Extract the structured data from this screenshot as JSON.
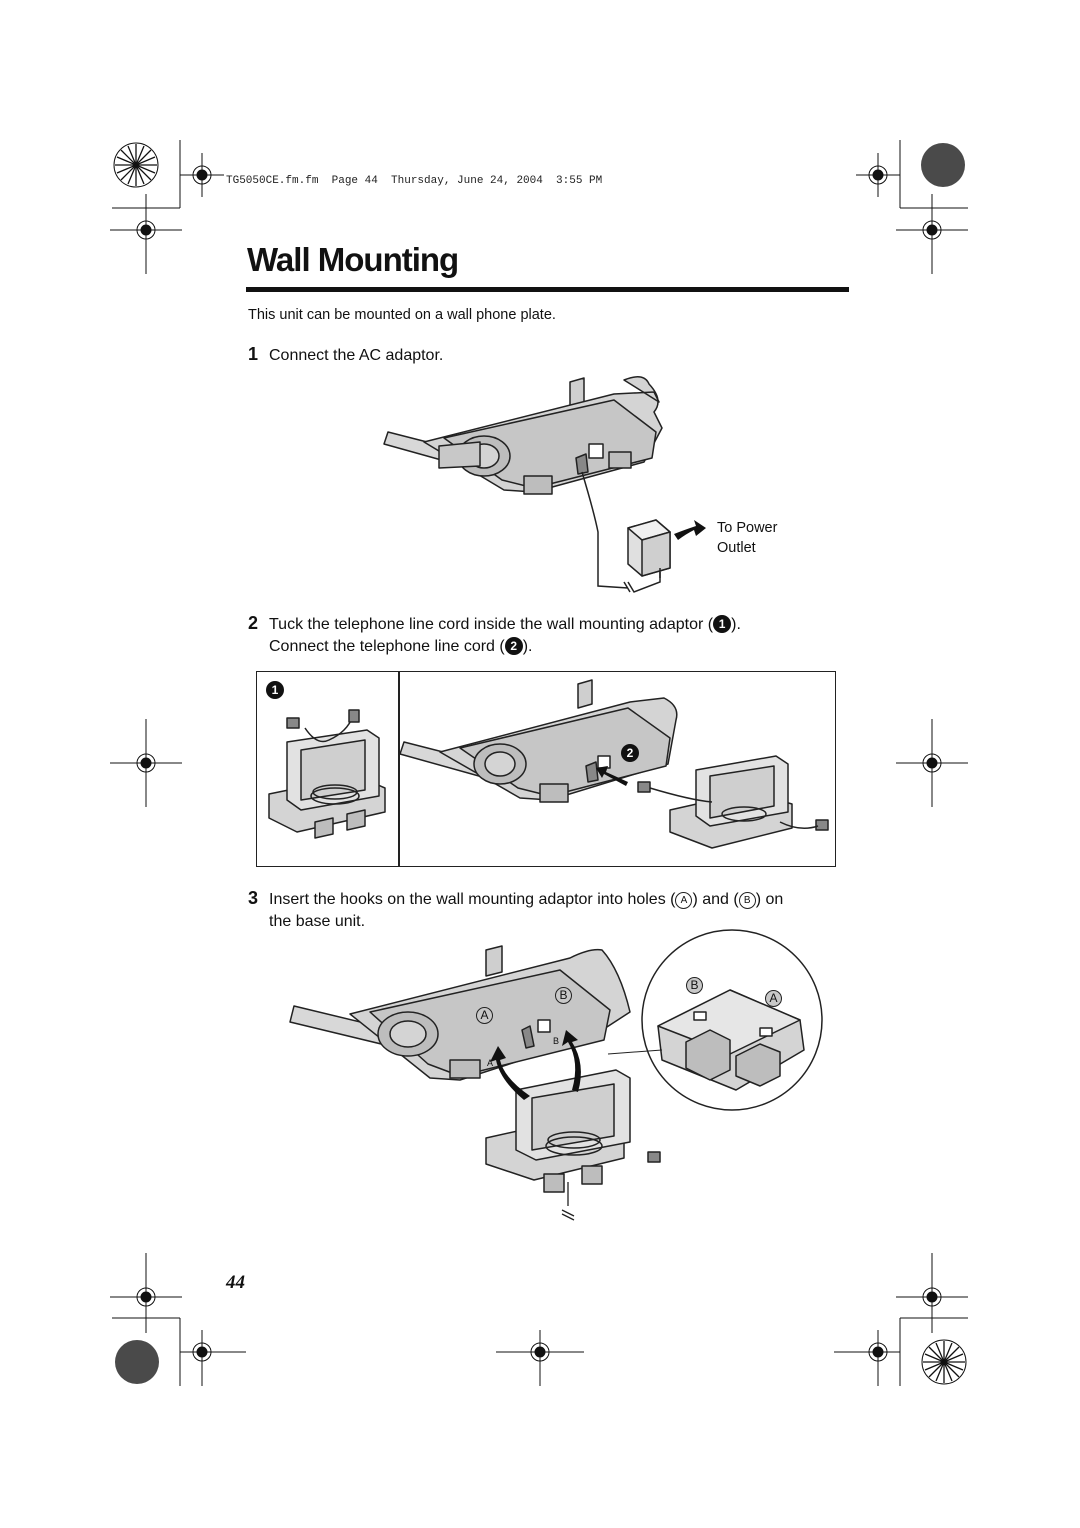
{
  "file_header": "TG5050CE.fm.fm  Page 44  Thursday, June 24, 2004  3:55 PM",
  "title": "Wall Mounting",
  "intro": "This unit can be mounted on a wall phone plate.",
  "steps": [
    {
      "number": "1",
      "text": "Connect the AC adaptor."
    },
    {
      "number": "2",
      "line1_pre": "Tuck the telephone line cord inside the wall mounting adaptor (",
      "line1_mark": "1",
      "line1_post": ").",
      "line2_pre": "Connect the telephone line cord (",
      "line2_mark": "2",
      "line2_post": ")."
    },
    {
      "number": "3",
      "line1_pre": "Insert the hooks on the wall mounting adaptor into holes (",
      "mark_a": "A",
      "mid": ") and (",
      "mark_b": "B",
      "line1_post": ") on",
      "line2": "the base unit."
    }
  ],
  "figure1": {
    "callout_line1": "To Power",
    "callout_line2": "Outlet"
  },
  "figure2": {
    "marker_1": "1",
    "marker_2": "2"
  },
  "figure3": {
    "label_a": "A",
    "label_b": "B",
    "detail_label_b": "B",
    "detail_label_a": "A",
    "slot_a": "A",
    "slot_b": "B"
  },
  "page_number": "44",
  "colors": {
    "ink": "#111111",
    "device_fill": "#d4d4d4",
    "device_shade": "#bdbdbd",
    "label_fill": "#c8c8c8"
  }
}
